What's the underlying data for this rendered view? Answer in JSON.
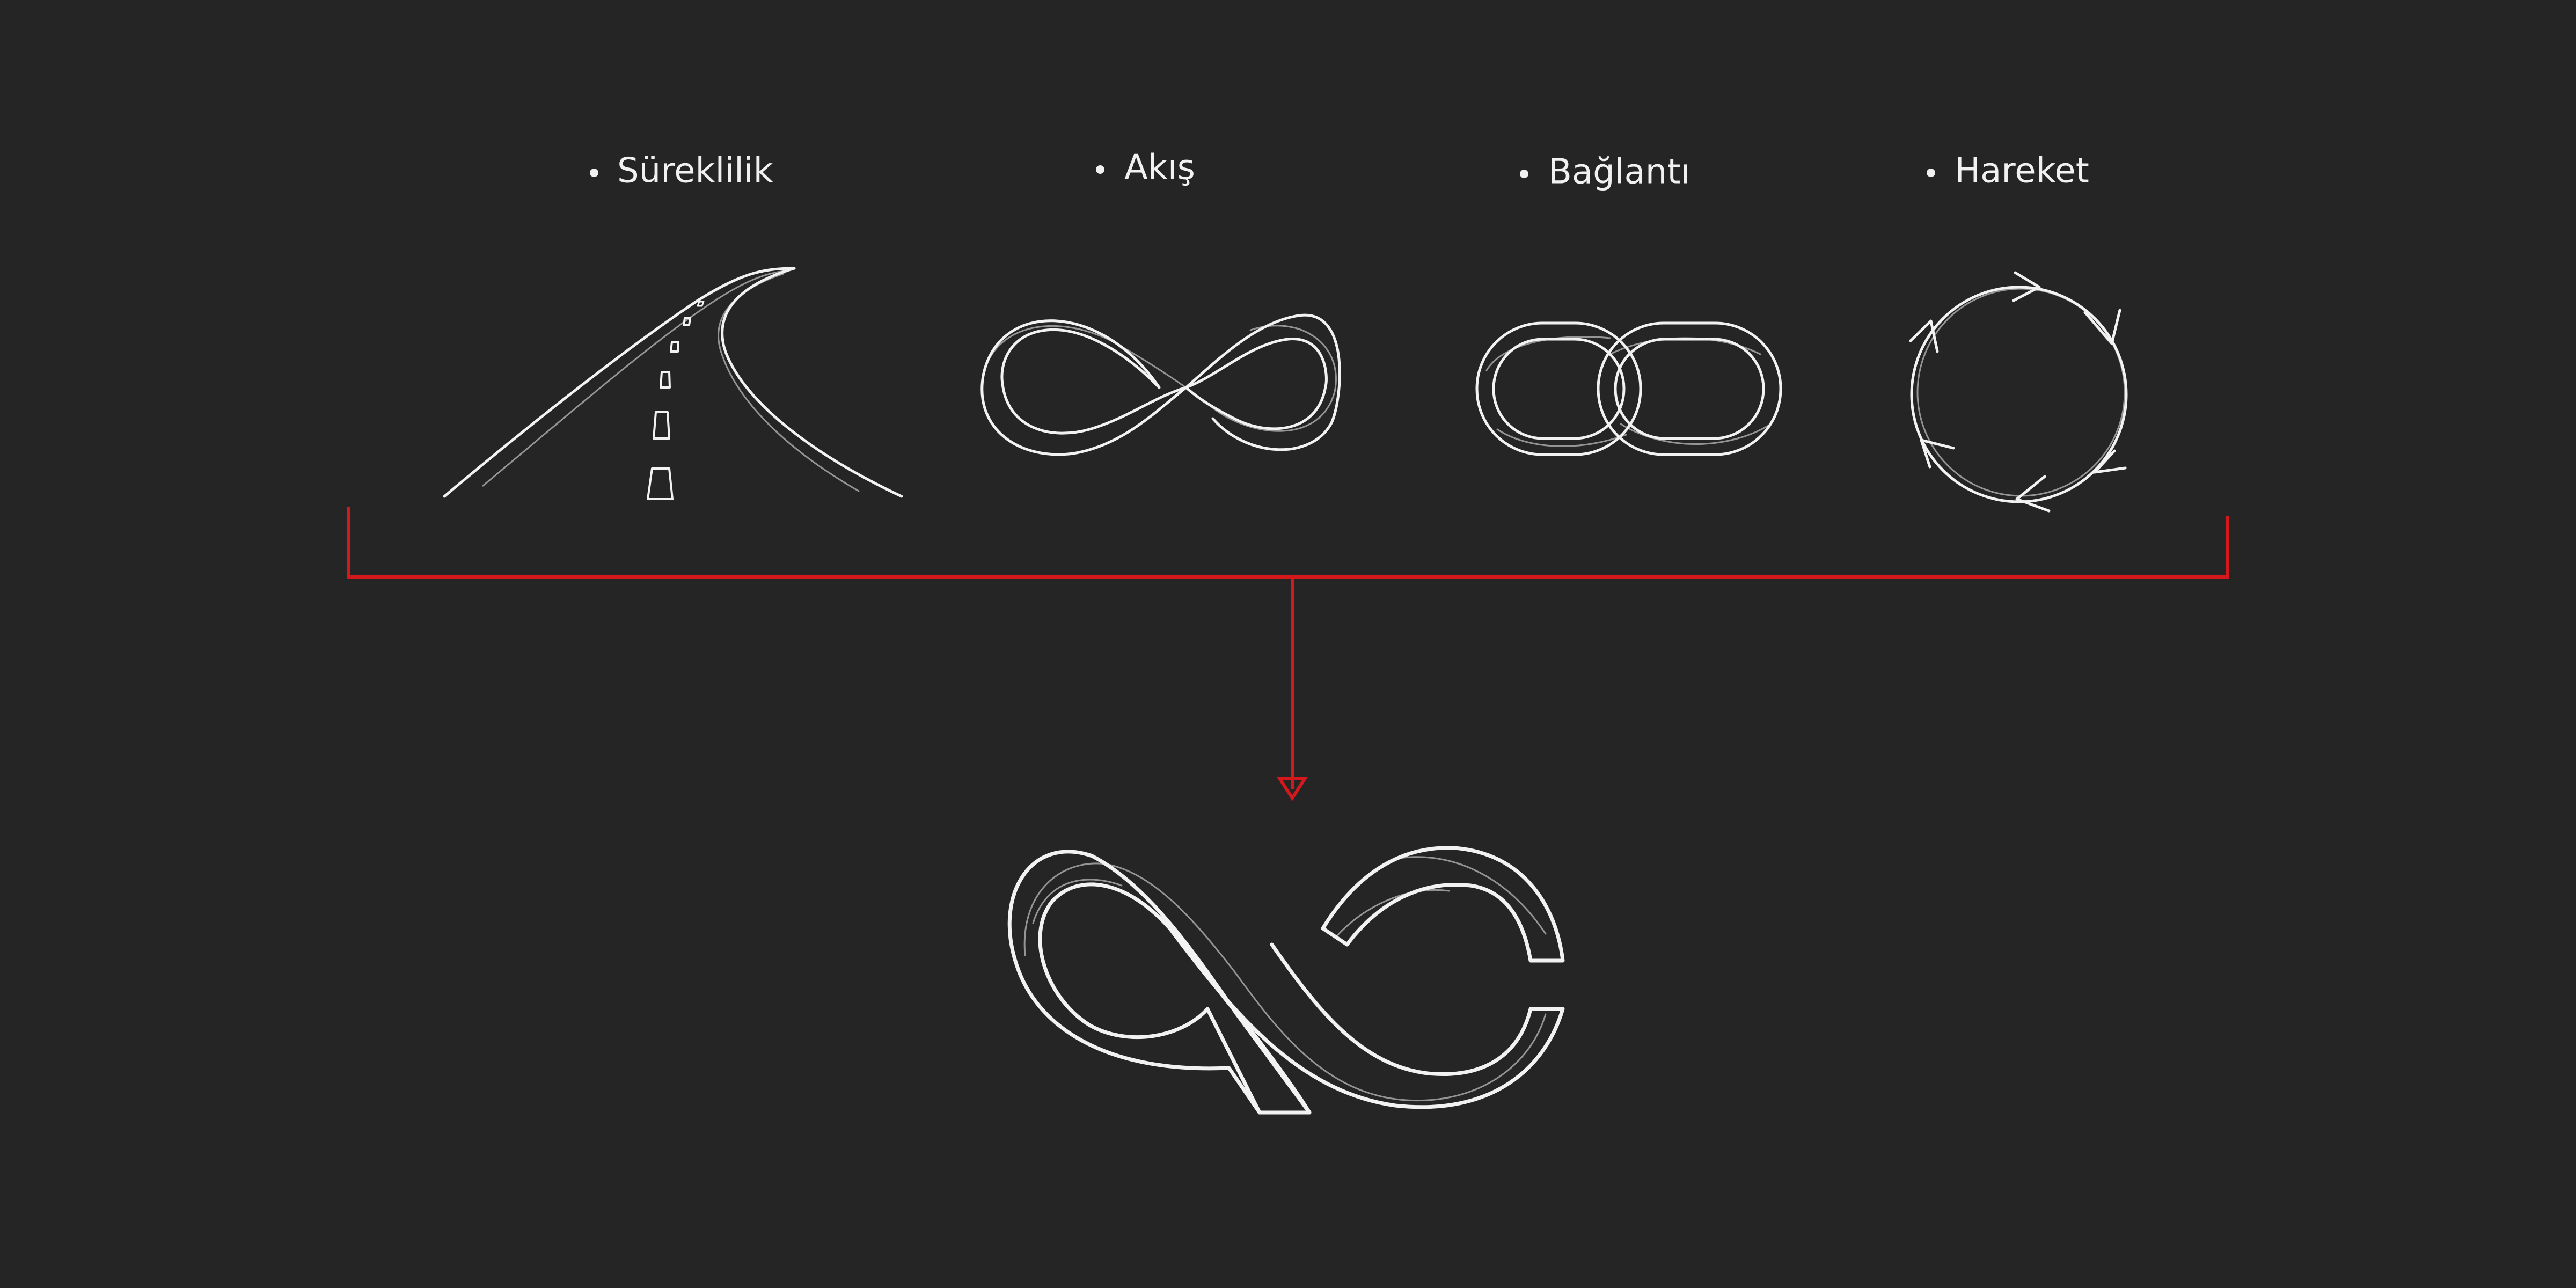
{
  "concepts": [
    {
      "label": "Süreklilik",
      "icon": "road-icon"
    },
    {
      "label": "Akış",
      "icon": "infinity-icon"
    },
    {
      "label": "Bağlantı",
      "icon": "chain-link-icon"
    },
    {
      "label": "Hareket",
      "icon": "circular-arrows-icon"
    }
  ],
  "bullet_glyph": "•",
  "result_icon": "brand-logo-infinity",
  "colors": {
    "background": "#252526",
    "sketch": "#f2f2f2",
    "connector": "#d4181c"
  }
}
